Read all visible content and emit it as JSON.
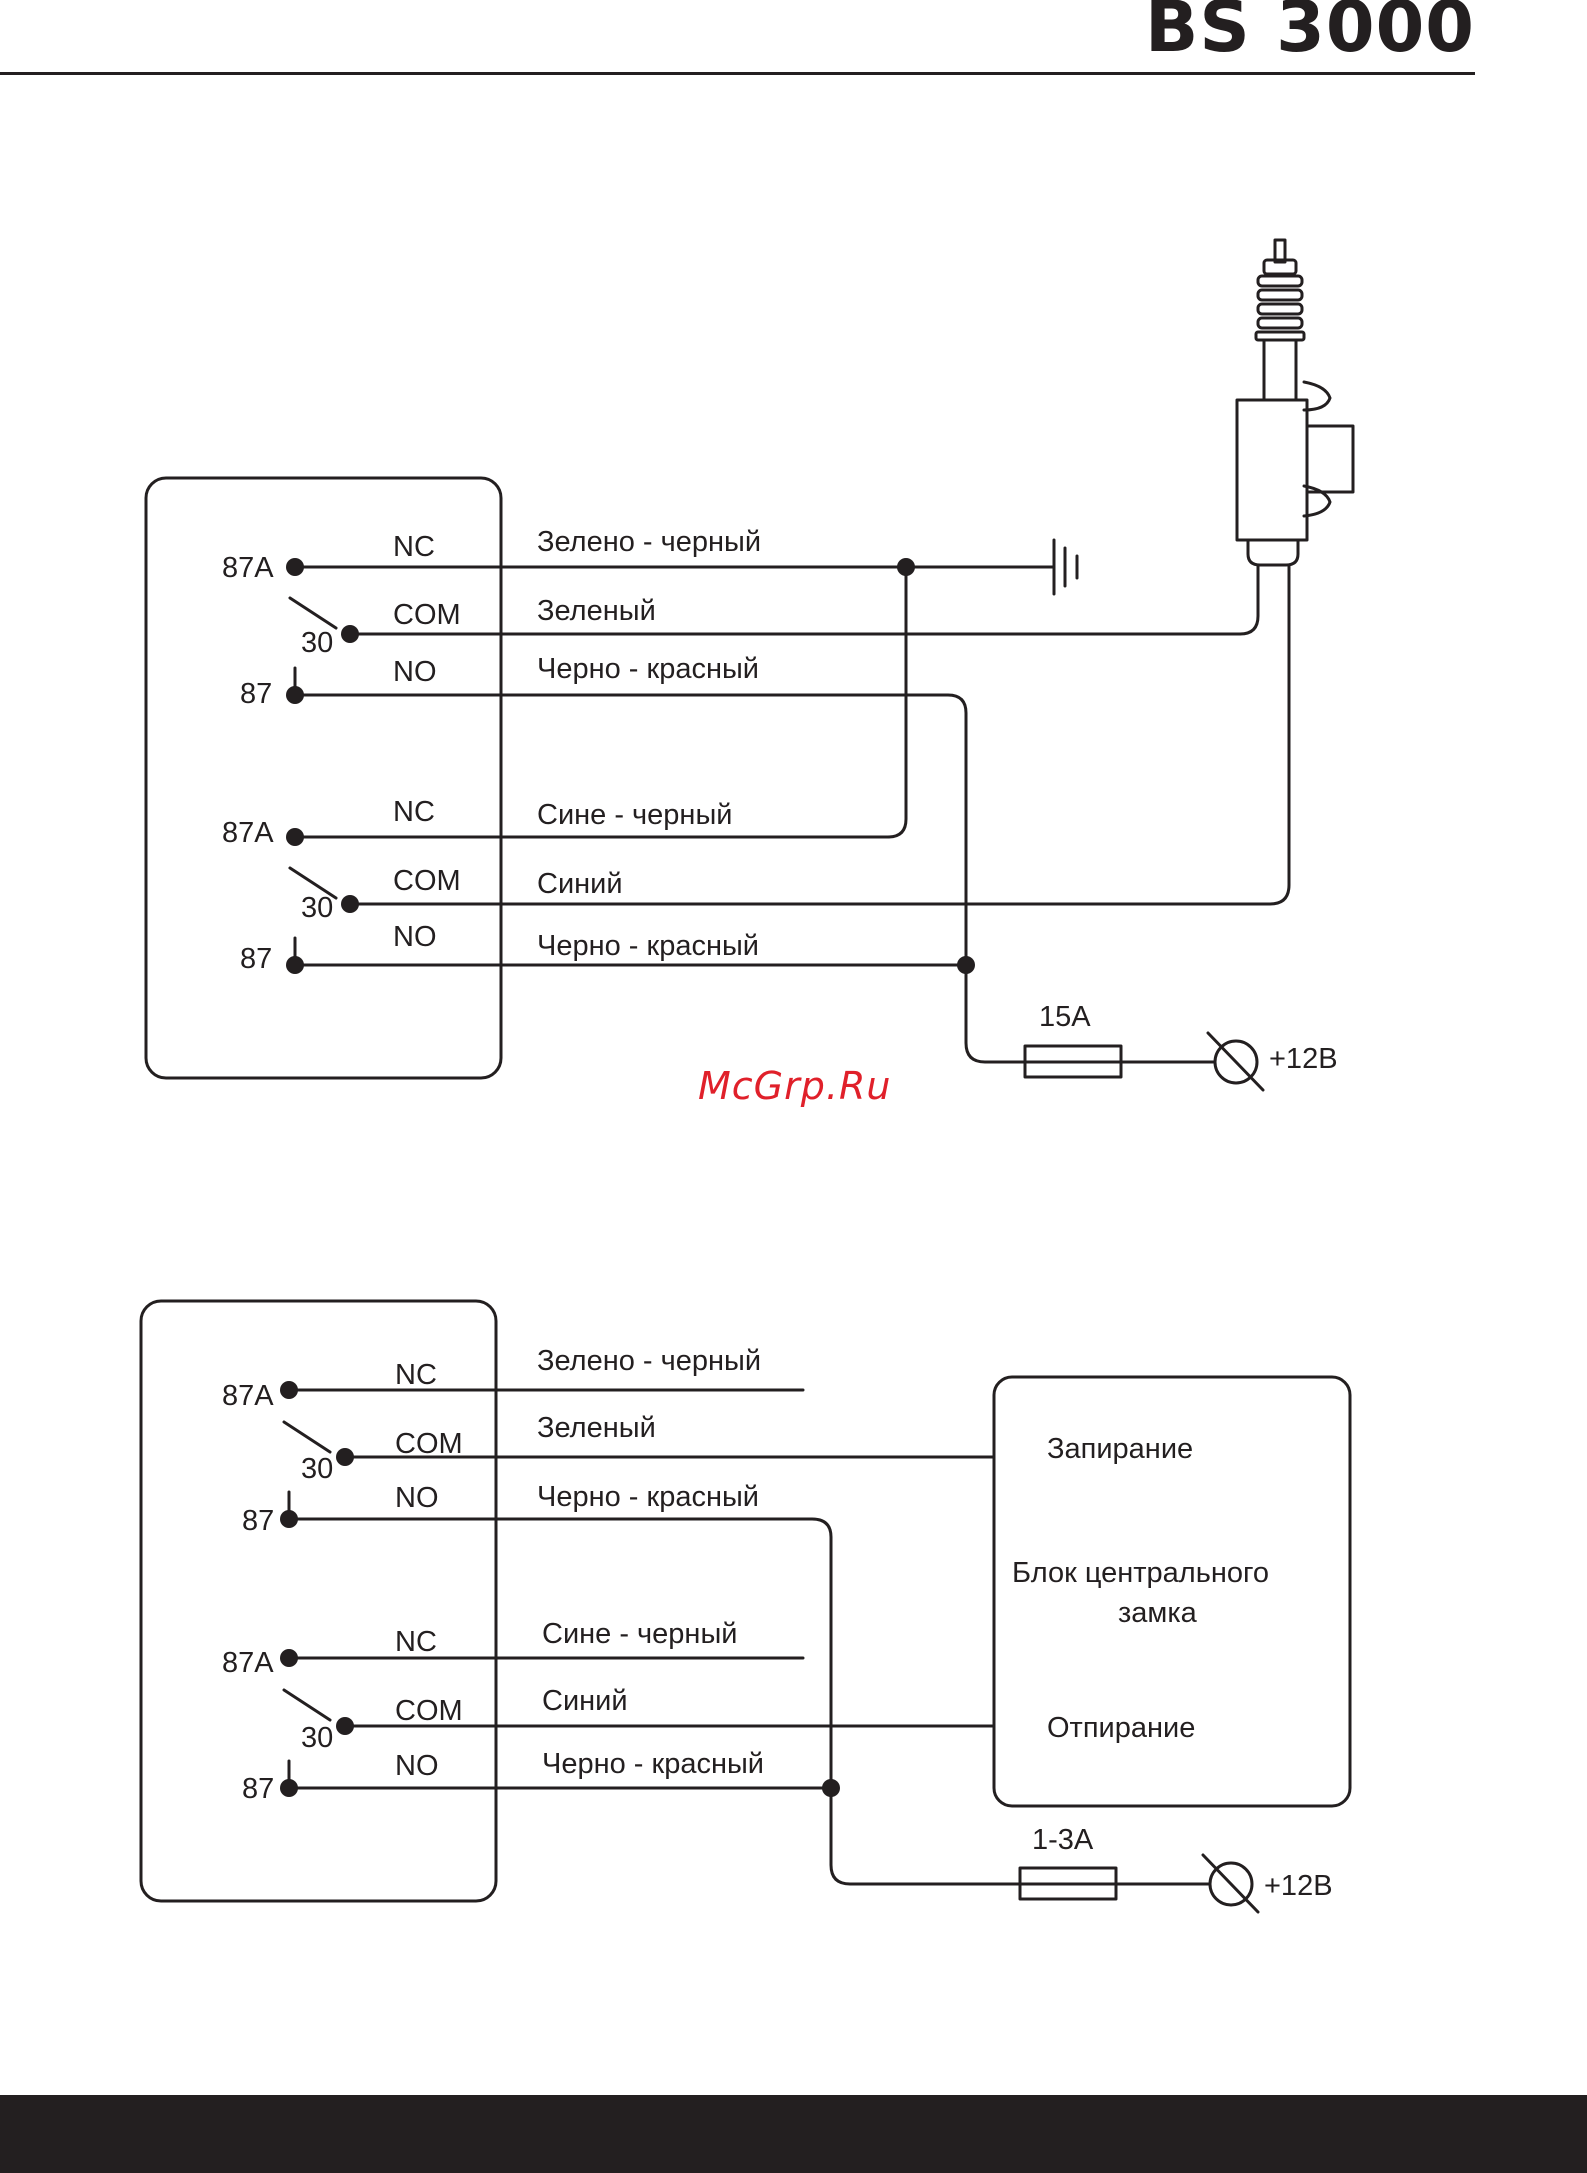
{
  "header": {
    "title": "BS 3000"
  },
  "watermark": "McGrp.Ru",
  "diagram1": {
    "relay_a": {
      "pin_nc": "87A",
      "pin_com": "30",
      "pin_no": "87",
      "label_nc": "NC",
      "label_com": "COM",
      "label_no": "NO",
      "wire_nc": "Зелено  - черный",
      "wire_com": "Зеленый",
      "wire_no": "Черно - красный"
    },
    "relay_b": {
      "pin_nc": "87A",
      "pin_com": "30",
      "pin_no": "87",
      "label_nc": "NC",
      "label_com": "COM",
      "label_no": "NO",
      "wire_nc": "Сине  - черный",
      "wire_com": "Синий",
      "wire_no": "Черно - красный"
    },
    "fuse": "15А",
    "power": "+12В"
  },
  "diagram2": {
    "relay_a": {
      "pin_nc": "87A",
      "pin_com": "30",
      "pin_no": "87",
      "label_nc": "NC",
      "label_com": "COM",
      "label_no": "NO",
      "wire_nc": "Зелено  - черный",
      "wire_com": "Зеленый",
      "wire_no": "Черно - красный"
    },
    "relay_b": {
      "pin_nc": "87A",
      "pin_com": "30",
      "pin_no": "87",
      "label_nc": "NC",
      "label_com": "COM",
      "label_no": "NO",
      "wire_nc": "Сине  - черный",
      "wire_com": "Синий",
      "wire_no": "Черно - красный"
    },
    "lock_unit": {
      "lock_label": "Запирание",
      "title_line1": "Блок центрального",
      "title_line2": "замка",
      "unlock_label": "Отпирание"
    },
    "fuse": "1-3А",
    "power": "+12В"
  },
  "colors": {
    "ink": "#231f20",
    "watermark": "#e0202a"
  }
}
